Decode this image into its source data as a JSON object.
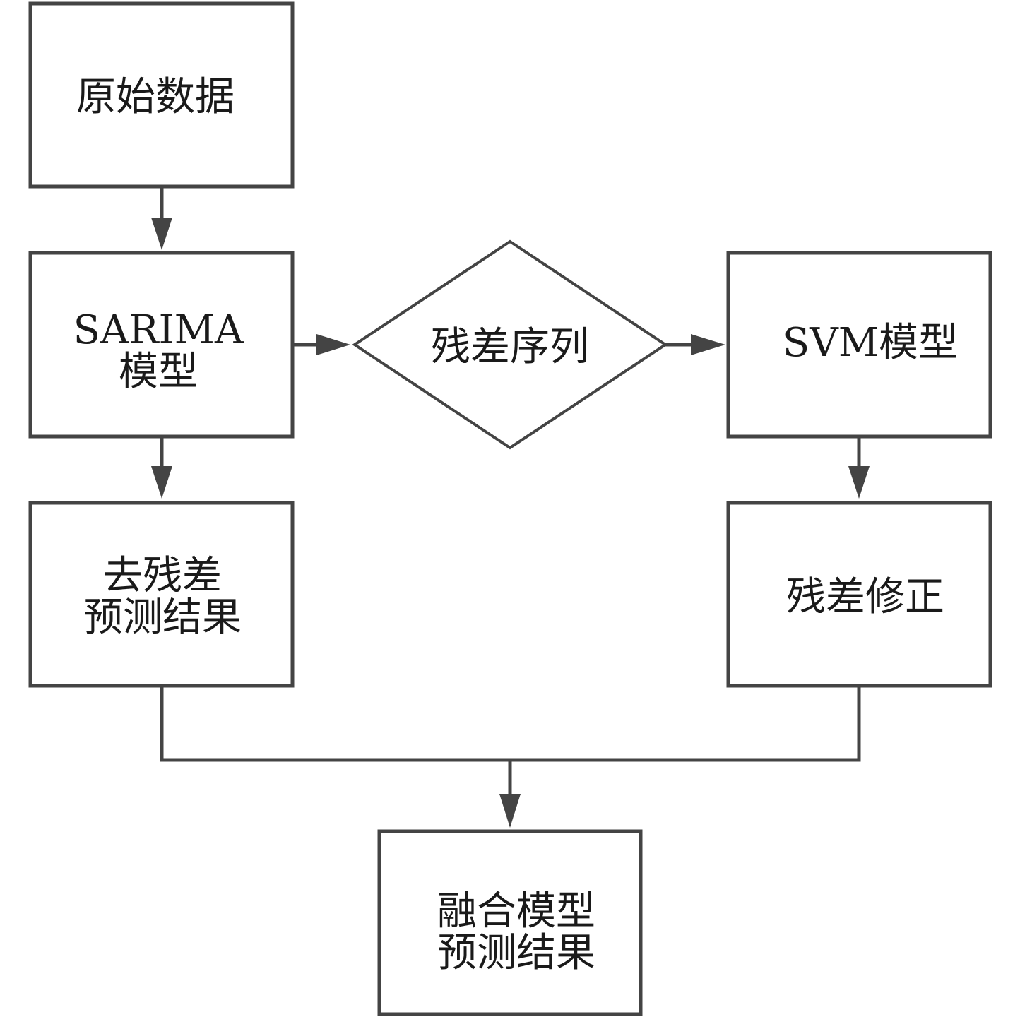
{
  "nodes": {
    "raw_data": {
      "lines": [
        "原始数据"
      ]
    },
    "sarima_model": {
      "lines": [
        "SARIMA",
        "模型"
      ]
    },
    "residual_series": {
      "lines": [
        "残差序列"
      ]
    },
    "svm_model": {
      "lines": [
        "SVM模型"
      ]
    },
    "residual_removed_forecast": {
      "lines": [
        "去残差",
        "预测结果"
      ]
    },
    "residual_correction": {
      "lines": [
        "残差修正"
      ]
    },
    "fusion_forecast": {
      "lines": [
        "融合模型",
        "预测结果"
      ]
    }
  },
  "edges": [
    {
      "from": "raw_data",
      "to": "sarima_model"
    },
    {
      "from": "sarima_model",
      "to": "residual_series"
    },
    {
      "from": "residual_series",
      "to": "svm_model"
    },
    {
      "from": "sarima_model",
      "to": "residual_removed_forecast"
    },
    {
      "from": "svm_model",
      "to": "residual_correction"
    },
    {
      "from": "residual_removed_forecast",
      "to": "fusion_forecast"
    },
    {
      "from": "residual_correction",
      "to": "fusion_forecast"
    }
  ],
  "colors": {
    "stroke": "#444444",
    "text": "#1a1a1a",
    "background": "#ffffff"
  }
}
